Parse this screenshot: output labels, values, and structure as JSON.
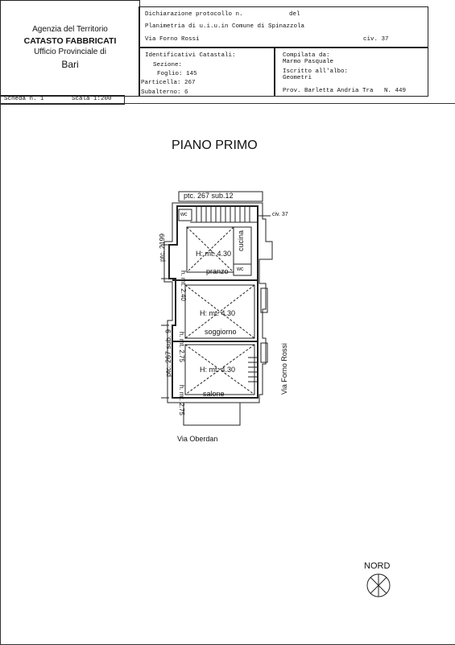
{
  "agency": {
    "line1": "Agenzia del Territorio",
    "line2": "CATASTO FABBRICATI",
    "line3": "Ufficio Provinciale di",
    "line4": "Bari"
  },
  "header": {
    "protocol_label": "Dichiarazione protocollo n.",
    "protocol_del": "del",
    "planimetria": "Planimetria di u.i.u.in Comune di Spinazzola",
    "address": "Via Forno Rossi",
    "civ": "civ. 37"
  },
  "identifiers": {
    "title": "Identificativi Catastali:",
    "sezione": "Sezione:",
    "foglio": "Foglio: 145",
    "particella": "Particella: 267",
    "subalterno": "Subalterno: 6"
  },
  "compiler": {
    "compilata_label": "Compilata da:",
    "name": "Marmo Pasquale",
    "iscritto_label": "Iscritto all'albo:",
    "albo": "Geometri",
    "prov": "Prov. Barletta Andria Tra",
    "number": "N. 449"
  },
  "sheet": {
    "scheda": "Scheda n. 1",
    "scala": "Scala 1:200"
  },
  "plan": {
    "title": "PIANO PRIMO",
    "ptc_top": "ptc. 267 sub.12",
    "civ37": "civ. 37",
    "ptc_2199": "ptc. 2199",
    "ptc_sub9": "ptc. 267 sub. 9",
    "via_forno": "Via Forno Rossi",
    "via_oberdan": "Via Oberdan",
    "wc1": "wc",
    "wc2": "wc",
    "cucina": "cucina",
    "h_pranzo": "H: mt. 4.30",
    "h_pranzo_side": "h. mt. 2.40",
    "pranzo": "pranzo",
    "h_soggiorno": "H: mt. 4.30",
    "h_soggiorno_side": "h. mt. 2.75",
    "soggiorno": "soggiorno",
    "h_salone": "H: mt. 4.30",
    "h_salone_side": "h. mt. 2.75",
    "salone": "salone",
    "nord": "NORD"
  }
}
